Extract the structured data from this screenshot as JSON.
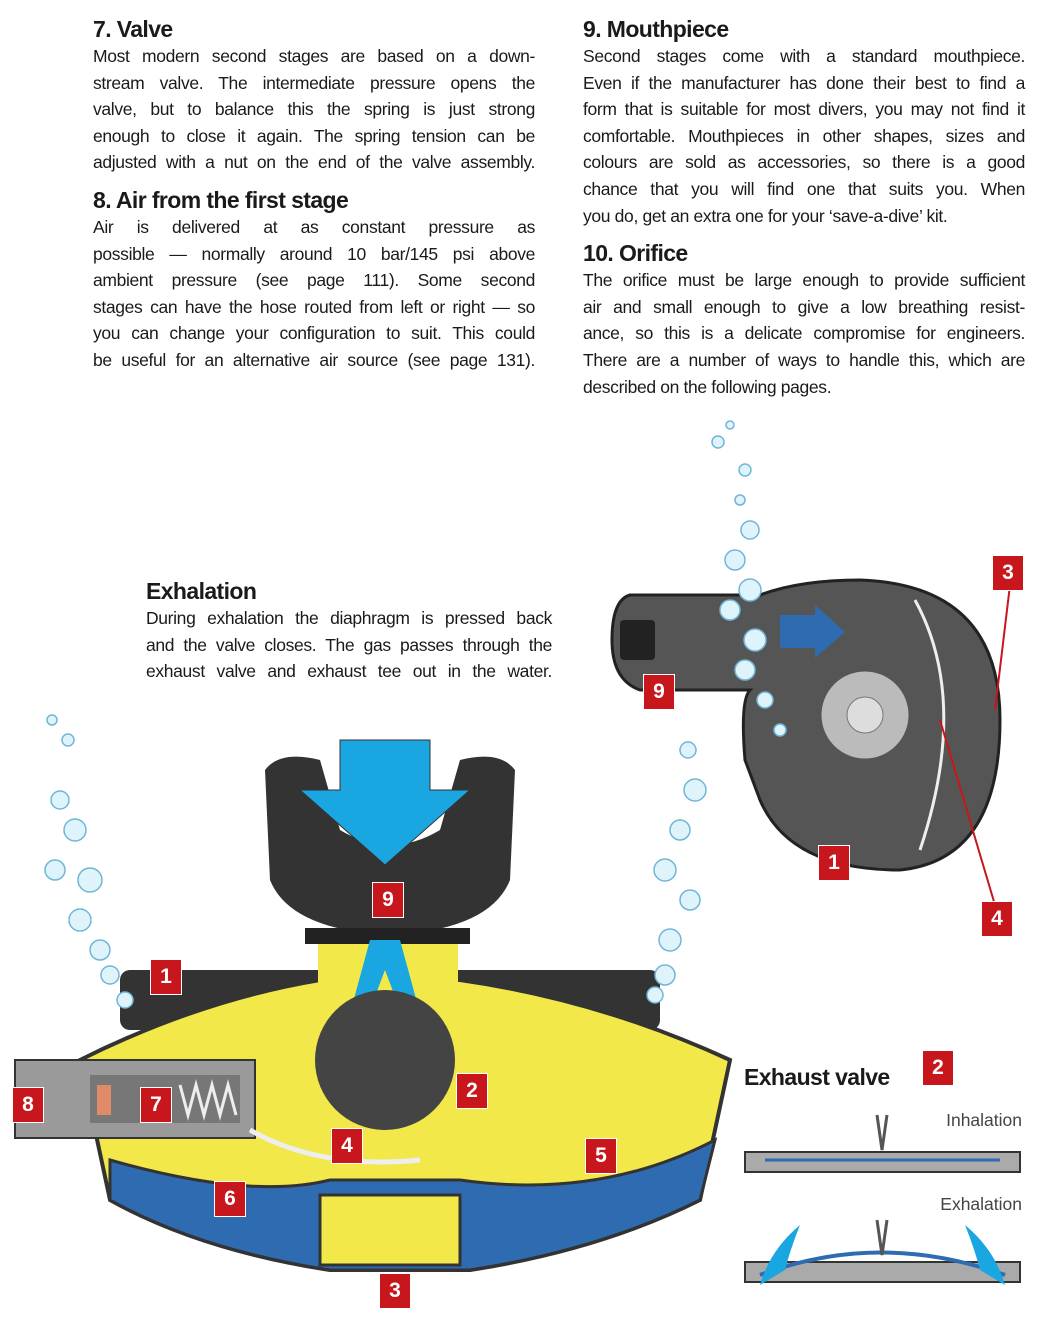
{
  "sections_left": [
    {
      "title": "7. Valve",
      "lines": [
        "Most modern second stages are based on a down-",
        "stream valve. The intermediate pressure opens the",
        "valve, but to balance this the spring is just strong",
        "enough to close it again. The spring tension can be",
        "adjusted with a nut on the end of the valve assembly."
      ]
    },
    {
      "title": "8. Air from the first stage",
      "lines": [
        "Air is delivered at as constant pressure as",
        "possible — normally around 10 bar/145 psi above",
        "ambient pressure (see page 111). Some second",
        "stages can have the hose routed from left or right — so",
        "you can change your configuration to suit. This could",
        "be useful for an alternative air source (see page 131)."
      ]
    }
  ],
  "sections_right": [
    {
      "title": "9. Mouthpiece",
      "lines": [
        "Second stages come with a standard mouthpiece.",
        "Even if the manufacturer has done their best to find a",
        "form that is suitable for most divers, you may not find it",
        "comfortable. Mouthpieces in other shapes, sizes and",
        "colours are sold as accessories, so there is a good",
        "chance that you will find one that suits you. When",
        "you do, get an extra one for your ‘save-a-dive’ kit."
      ]
    },
    {
      "title": "10. Orifice",
      "lines": [
        "The orifice must be large enough to provide sufficient",
        "air and small enough to give a low breathing resist-",
        "ance, so this is a delicate compromise for engineers.",
        "There are a number of ways to handle this, which are",
        "described on the following pages."
      ]
    }
  ],
  "exhalation": {
    "title": "Exhalation",
    "lines": [
      "During exhalation the diaphragm is pressed back",
      "and the valve closes. The gas passes through the",
      "exhaust valve and exhaust tee out in the water."
    ]
  },
  "main_labels": [
    "1",
    "9",
    "2",
    "4",
    "5",
    "6",
    "3",
    "8",
    "7"
  ],
  "side_labels": [
    "3",
    "9",
    "1",
    "4"
  ],
  "exhaust": {
    "title": "Exhaust valve",
    "label": "2",
    "inhalation": "Inhalation",
    "exhalation": "Exhalation"
  },
  "colors": {
    "label_red": "#c8161d",
    "yellow": "#f2e84a",
    "blue": "#2f6bb0",
    "arrow_blue": "#1aa6e0",
    "body_dark": "#3a3a3a"
  }
}
